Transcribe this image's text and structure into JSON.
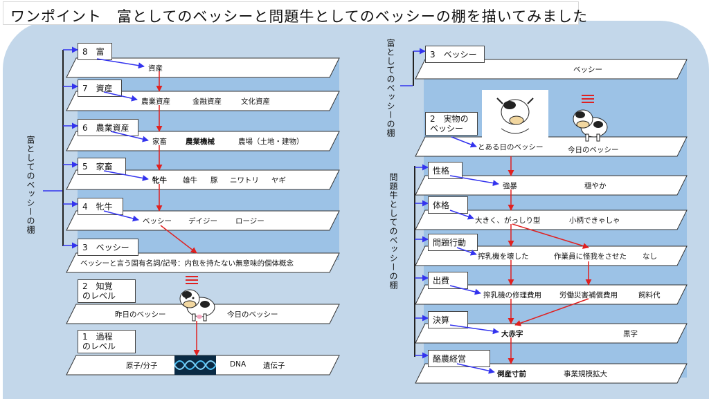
{
  "title": "ワンポイント　富としてのベッシーと問題牛としてのベッシーの棚を描いてみました",
  "left": {
    "side_label": "富としてのベッシーの棚",
    "levels": [
      {
        "tab": "8　富",
        "words": [
          "資産"
        ]
      },
      {
        "tab": "7　資産",
        "words": [
          "農業資産",
          "金融資産",
          "文化資産"
        ]
      },
      {
        "tab": "6　農業資産",
        "words": [
          "家畜",
          "農業機械",
          "農場（土地・建物）"
        ]
      },
      {
        "tab": "5　家畜",
        "words": [
          "牝牛",
          "雄牛",
          "豚",
          "ニワトリ",
          "ヤギ"
        ]
      },
      {
        "tab": "4　牝牛",
        "words": [
          "ベッシー",
          "デイジー",
          "ロージー"
        ]
      },
      {
        "tab": "3　ベッシー",
        "words": [
          "ベッシーと言う固有名詞/記号：内包を持たない無意味的個体概念"
        ]
      },
      {
        "tab_lines": [
          "2　知覚",
          "のレベル"
        ],
        "words": [
          "昨日のベッシー",
          "今日のベッシー"
        ]
      },
      {
        "tab_lines": [
          "1　過程",
          "のレベル"
        ],
        "words": [
          "原子/分子",
          "DNA",
          "遺伝子"
        ]
      }
    ]
  },
  "right": {
    "side_label_top": "富としてのベッシーの棚",
    "side_label_bottom": "問題牛としてのベッシーの棚",
    "levels": [
      {
        "tab": "3　ベッシー",
        "words": [
          "ベッシー"
        ]
      },
      {
        "tab_lines": [
          "2　実物の",
          "ベッシー"
        ],
        "words": [
          "とある日のベッシー",
          "今日のベッシー"
        ]
      },
      {
        "tab": "性格",
        "words": [
          "強暴",
          "穏やか"
        ]
      },
      {
        "tab": "体格",
        "words": [
          "大きく、がっしり型",
          "小柄できゃしゃ"
        ]
      },
      {
        "tab": "問題行動",
        "words": [
          "搾乳機を壊した",
          "作業員に怪我をさせた",
          "なし"
        ]
      },
      {
        "tab": "出費",
        "words": [
          "搾乳機の修理費用",
          "労働災害補償費用",
          "飼料代"
        ]
      },
      {
        "tab": "決算",
        "words": [
          "大赤字",
          "黒字"
        ]
      },
      {
        "tab": "酪農経営",
        "words": [
          "倒産寸前",
          "事業規模拡大"
        ]
      }
    ]
  },
  "colors": {
    "background": "#c3d7ea",
    "band": "#9cc2e6",
    "blue_arrow": "#3333ee",
    "red_arrow": "#e02020"
  }
}
